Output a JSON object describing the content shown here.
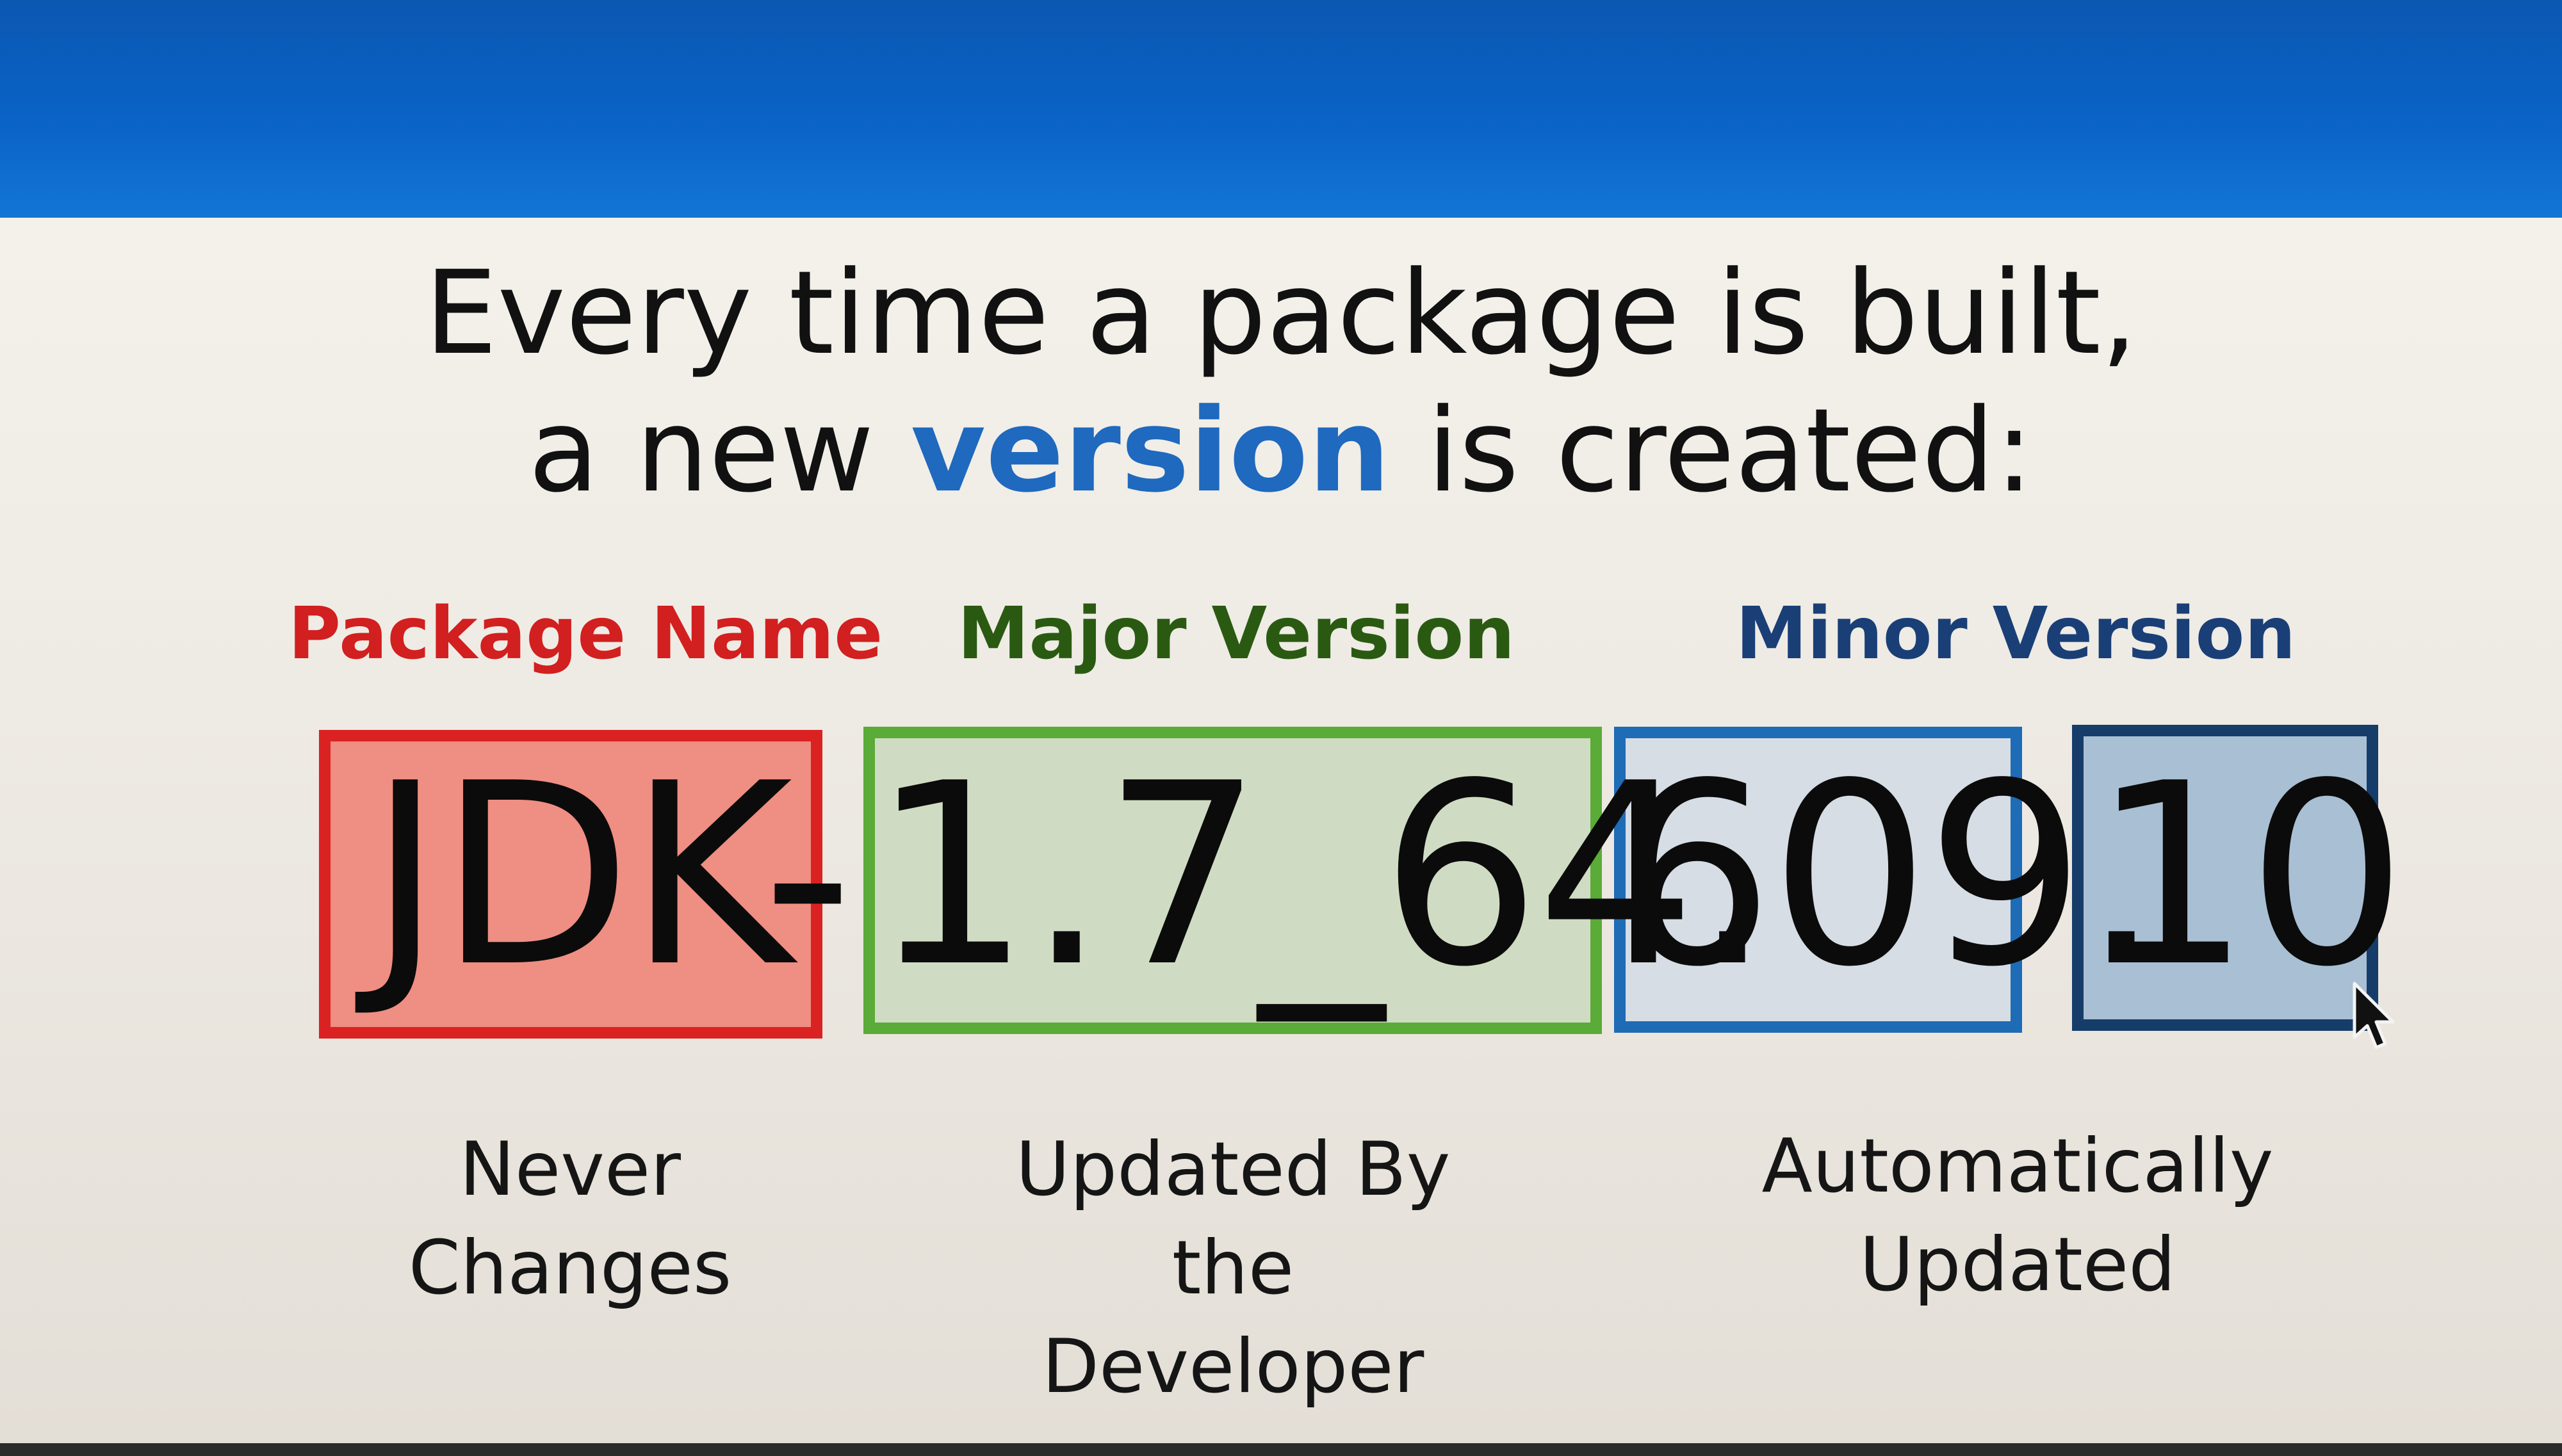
{
  "headline": {
    "line1": "Every time a package is built,",
    "line2_before": "a new ",
    "line2_highlight": "version",
    "line2_after": " is created:"
  },
  "labels": {
    "package_name": "Package Name",
    "major_version": "Major Version",
    "minor_version": "Minor Version"
  },
  "version_string": {
    "package": "JDK",
    "separator_dash": "-",
    "major": "1.7_64.",
    "minor": "609.",
    "build": "10"
  },
  "descriptions": {
    "package": [
      "Never",
      "Changes"
    ],
    "major": [
      "Updated By",
      "the",
      "Developer"
    ],
    "minor": [
      "Automatically",
      "Updated"
    ]
  },
  "colors": {
    "top_bar": "#0a63c6",
    "highlight_word": "#1f69bf",
    "package_label": "#d21f1f",
    "package_border": "#db2222",
    "package_fill": "#ef8e82",
    "major_label": "#2a5a12",
    "major_border": "#5aab38",
    "major_fill": "#cfdcc3",
    "minor_label": "#1a3f77",
    "minor_border_1": "#1e6bb6",
    "minor_fill_1": "#d6dde4",
    "minor_border_2": "#163d69",
    "minor_fill_2": "#a9bfd3"
  },
  "icons": {
    "cursor": "mouse-pointer-icon"
  }
}
